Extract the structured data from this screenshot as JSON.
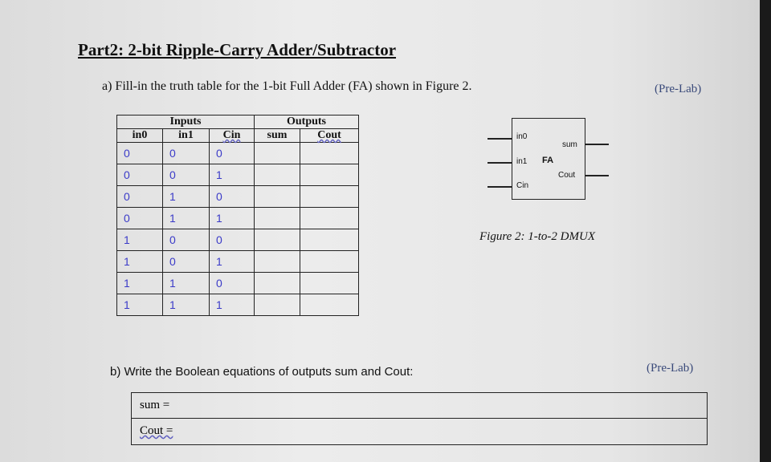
{
  "title": "Part2: 2-bit Ripple-Carry Adder/Subtractor",
  "part_a": {
    "text": "a)  Fill-in the truth table for the 1-bit Full Adder (FA) shown in Figure 2.",
    "tag": "(Pre-Lab)"
  },
  "table": {
    "group_headers": [
      "Inputs",
      "Outputs"
    ],
    "headers": [
      "in0",
      "in1",
      "Cin",
      "sum",
      "Cout"
    ],
    "rows": [
      [
        "0",
        "0",
        "0"
      ],
      [
        "0",
        "0",
        "1"
      ],
      [
        "0",
        "1",
        "0"
      ],
      [
        "0",
        "1",
        "1"
      ],
      [
        "1",
        "0",
        "0"
      ],
      [
        "1",
        "0",
        "1"
      ],
      [
        "1",
        "1",
        "0"
      ],
      [
        "1",
        "1",
        "1"
      ]
    ]
  },
  "figure": {
    "in0": "in0",
    "in1": "in1",
    "cin": "Cin",
    "block": "FA",
    "sum": "sum",
    "cout": "Cout",
    "caption": "Figure 2: 1-to-2 DMUX"
  },
  "part_b": {
    "text": "b)  Write the Boolean equations of outputs sum and Cout:",
    "tag": "(Pre-Lab)",
    "sum": "sum =",
    "cout": "Cout ="
  }
}
